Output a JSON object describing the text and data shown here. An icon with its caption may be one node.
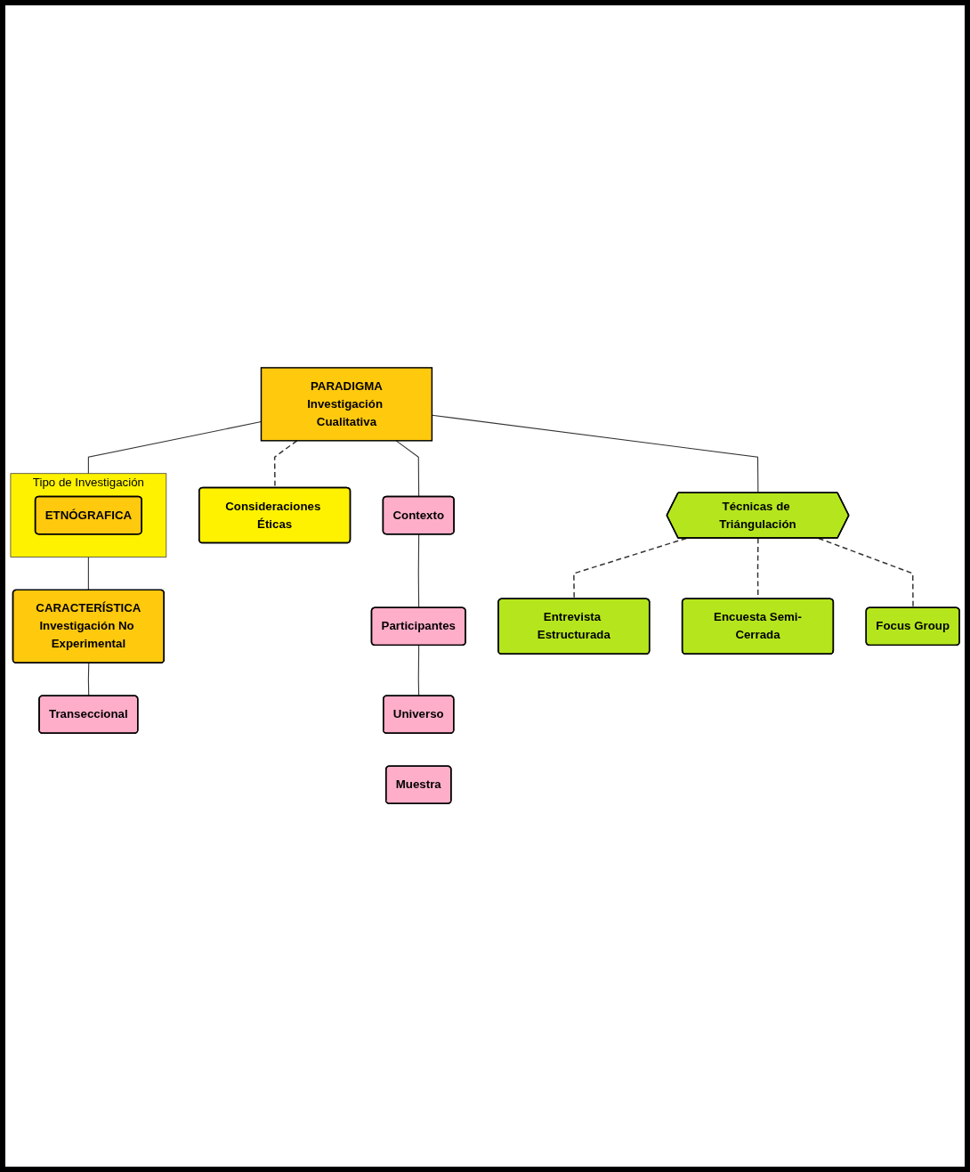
{
  "diagram": {
    "nodes": [
      {
        "text": [
          "PARADIGMA",
          "Investigación Cualitativa"
        ]
      },
      {
        "text": [
          "Consideraciones Éticas"
        ]
      },
      {
        "text": [
          "Tipo de Investigación"
        ]
      },
      {
        "text": [
          "ETNÓGRAFICA"
        ],
        "in": 2
      },
      {
        "text": [
          "CARACTERÍSTICA",
          "Investigación No Experimental"
        ]
      },
      {
        "text": [
          "Transeccional"
        ]
      },
      {
        "text": [
          "Contexto"
        ]
      },
      {
        "text": [
          "Participantes"
        ]
      },
      {
        "text": [
          "Universo"
        ]
      },
      {
        "text": [
          "Muestra"
        ]
      },
      {
        "text": [
          "Técnicas de Triángulación"
        ]
      },
      {
        "text": [
          "Entrevista Estructurada"
        ]
      },
      {
        "text": [
          "Encuesta Semi-Cerrada"
        ]
      },
      {
        "text": [
          "Focus Group"
        ]
      }
    ],
    "edges": [
      {
        "from": 0,
        "to": 1,
        "arrow": "none",
        "style": "dashed"
      },
      {
        "from": 0,
        "to": 2,
        "arrow": "none"
      },
      {
        "from": 2,
        "to": 4,
        "arrow": "none"
      },
      {
        "from": 4,
        "to": 5,
        "arrow": "none"
      },
      {
        "from": 0,
        "to": 6,
        "arrow": "none"
      },
      {
        "from": 0,
        "to": 10,
        "arrow": "none"
      },
      {
        "from": 6,
        "to": 7,
        "arrow": "none"
      },
      {
        "from": 7,
        "to": 8,
        "arrow": "none"
      },
      {
        "from": 10,
        "to": 11,
        "arrow": "none",
        "style": "dashed"
      },
      {
        "from": 10,
        "to": 12,
        "arrow": "none",
        "style": "dashed"
      },
      {
        "from": 10,
        "to": 13,
        "arrow": "none",
        "style": "dashed"
      }
    ]
  }
}
